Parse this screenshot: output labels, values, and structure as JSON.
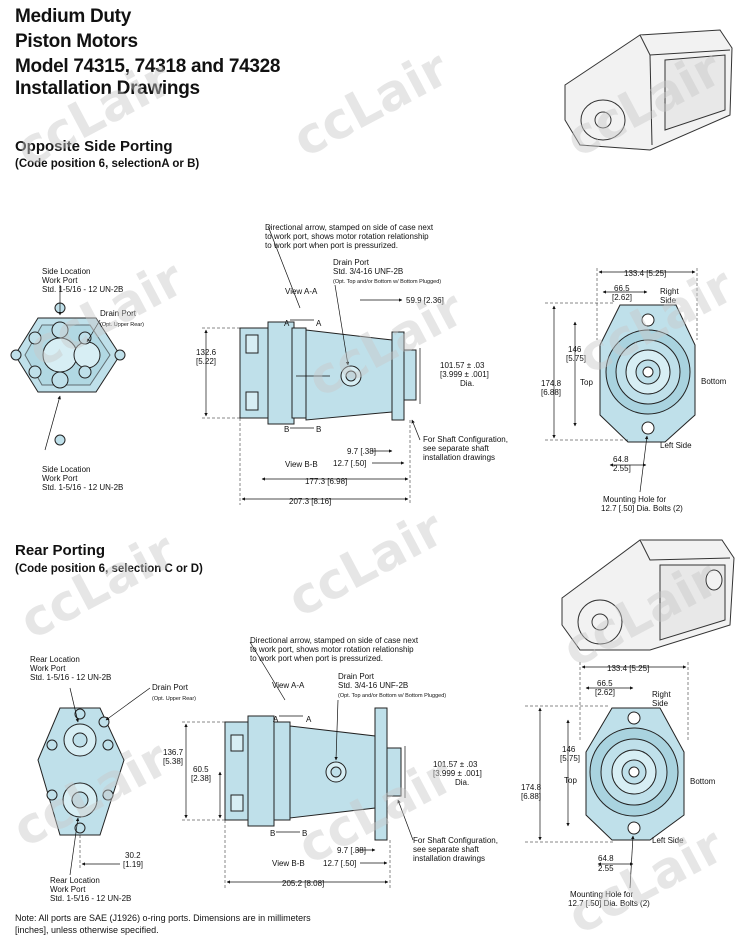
{
  "header": {
    "line1": "Medium Duty",
    "line2": "Piston Motors",
    "line3": "Model 74315, 74318 and 74328",
    "line4": "Installation Drawings"
  },
  "watermark": "ccLair",
  "section1": {
    "title": "Opposite Side Porting",
    "subtitle": "(Code position 6, selectionA or B)",
    "left_view": {
      "side_location_top": [
        "Side Location",
        "Work Port",
        "Std. 1-5/16 - 12 UN-2B"
      ],
      "drain_port": "Drain Port",
      "drain_port_note": "(Opt. Upper Rear)",
      "side_location_bottom": [
        "Side Location",
        "Work Port",
        "Std. 1-5/16 - 12 UN-2B"
      ]
    },
    "center_view": {
      "arrow_note": [
        "Directional arrow, stamped on side of case next",
        "to work port, shows motor rotation relationship",
        "to work port when port is pressurized."
      ],
      "drain_port": [
        "Drain Port",
        "Std. 3/4-16 UNF-2B"
      ],
      "drain_port_opt": "(Opt. Top and/or Bottom w/ Bottom Plugged)",
      "view_aa": "View A-A",
      "view_bb": "View B-B",
      "a": "A",
      "b": "B",
      "dim_height": [
        "132.6",
        "[5.22]"
      ],
      "dim_59": "59.9 [2.36]",
      "dim_pilot": [
        "101.57 ± .03",
        "[3.999 ± .001]",
        "Dia."
      ],
      "dim_97": "9.7 [.38]",
      "dim_127": "12.7 [.50]",
      "dim_177": "177.3 [6.98]",
      "dim_207": "207.3 [8.16]",
      "shaft_note": [
        "For Shaft Configuration,",
        "see separate shaft",
        "installation drawings"
      ]
    },
    "right_view": {
      "dim_133": "133.4 [5.25]",
      "dim_665": [
        "66.5",
        "[2.62]"
      ],
      "right_side": [
        "Right",
        "Side"
      ],
      "dim_146": [
        "146",
        "[5.75]"
      ],
      "dim_1748": [
        "174.8",
        "[6.88]"
      ],
      "top": "Top",
      "bottom": "Bottom",
      "left_side": "Left Side",
      "dim_648": [
        "64.8",
        "2.55]"
      ],
      "mounting": [
        "Mounting Hole for",
        "12.7 [.50] Dia. Bolts (2)"
      ]
    }
  },
  "section2": {
    "title": "Rear Porting",
    "subtitle": "(Code position 6, selection C or D)",
    "left_view": {
      "rear_location_top": [
        "Rear Location",
        "Work Port",
        "Std. 1-5/16 - 12 UN-2B"
      ],
      "drain_port": "Drain Port",
      "drain_port_note": "(Opt. Upper Rear)",
      "dim_302": [
        "30.2",
        "[1.19]"
      ],
      "rear_location_bottom": [
        "Rear Location",
        "Work Port",
        "Std. 1-5/16 - 12 UN-2B"
      ]
    },
    "center_view": {
      "arrow_note": [
        "Directional arrow, stamped on side of case next",
        "to work port, shows motor rotation relationship",
        "to work port when port is pressurized."
      ],
      "drain_port": [
        "Drain Port",
        "Std. 3/4-16 UNF-2B"
      ],
      "drain_port_opt": "(Opt. Top and/or Bottom w/ Bottom Plugged)",
      "view_aa": "View A-A",
      "view_bb": "View B-B",
      "a": "A",
      "b": "B",
      "dim_height": [
        "136.7",
        "[5.38]"
      ],
      "dim_605": [
        "60.5",
        "[2.38]"
      ],
      "dim_pilot": [
        "101.57 ± .03",
        "[3.999 ± .001]",
        "Dia."
      ],
      "dim_97": "9.7 [.38]",
      "dim_127": "12.7 [.50]",
      "dim_205": "205.2 [8.08]",
      "shaft_note": [
        "For Shaft Configuration,",
        "see separate shaft",
        "installation drawings"
      ]
    },
    "right_view": {
      "dim_133": "133.4 [5.25]",
      "dim_665": [
        "66.5",
        "[2.62]"
      ],
      "right_side": [
        "Right",
        "Side"
      ],
      "dim_146": [
        "146",
        "[5.75]"
      ],
      "dim_1748": [
        "174.8",
        "[6.88]"
      ],
      "top": "Top",
      "bottom": "Bottom",
      "left_side": "Left Side",
      "dim_648": [
        "64.8",
        "2.55"
      ],
      "mounting": [
        "Mounting Hole for",
        "12.7 [.50] Dia. Bolts (2)"
      ]
    }
  },
  "note": {
    "line1": "Note:  All ports are SAE (J1926) o-ring ports.  Dimensions are in millimeters",
    "line2": "[inches], unless otherwise specified."
  }
}
